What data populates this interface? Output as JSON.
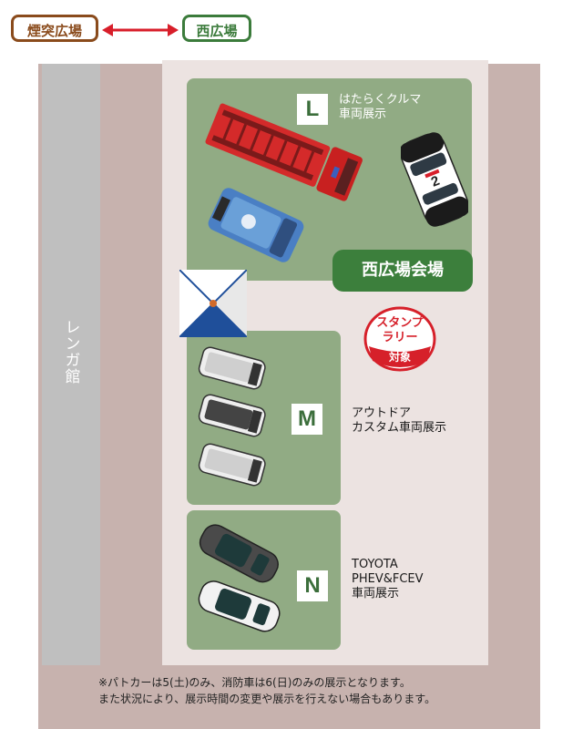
{
  "header": {
    "area_entotsu": "煙突広場",
    "area_nishi": "西広場"
  },
  "side_building": "レンガ館",
  "venue_badge": "西広場会場",
  "stamp_rally": {
    "line1": "スタンプ",
    "line2": "ラリー",
    "line3": "対象"
  },
  "zones": [
    {
      "letter": "L",
      "description": "はたらくクルマ\n車両展示"
    },
    {
      "letter": "M",
      "description": "アウトドア\nカスタム車両展示"
    },
    {
      "letter": "N",
      "description": "TOYOTA\nPHEV&FCEV\n車両展示"
    }
  ],
  "footnote": "※パトカーは5(土)のみ、消防車は6(日)のみの展示となります。\nまた状況により、展示時間の変更や展示を行えない場合もあります。",
  "colors": {
    "outer_bg": "#c7b2ae",
    "venue_bg": "#ece3e1",
    "zone_green": "#91ab84",
    "badge_green": "#3c7f3c",
    "entotsu_brown": "#8a4b1c",
    "arrow_red": "#d81e2a",
    "stamp_red": "#d6202a"
  },
  "icons": {
    "arrow": "double-arrow-icon",
    "fire_truck": "fire-truck-icon",
    "police_car": "police-car-icon",
    "suv": "suv-icon",
    "sedan": "sedan-icon",
    "entrance": "entrance-flag-icon"
  }
}
